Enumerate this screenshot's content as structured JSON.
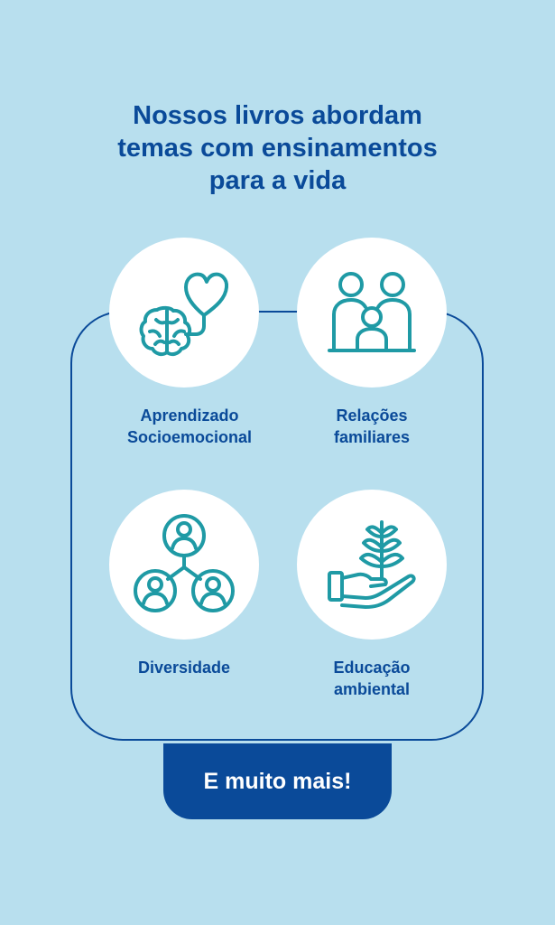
{
  "header": {
    "title": "Nossos livros abordam\ntemas com ensinamentos\npara a vida"
  },
  "topics": [
    {
      "label": "Aprendizado\nSocioemocional",
      "icon": "brain-heart-icon"
    },
    {
      "label": "Relações\nfamiliares",
      "icon": "family-icon"
    },
    {
      "label": "Diversidade",
      "icon": "people-network-icon"
    },
    {
      "label": "Educação\nambiental",
      "icon": "hand-plant-icon"
    }
  ],
  "cta": {
    "label": "E muito mais!"
  },
  "colors": {
    "background": "#b8dfee",
    "primary": "#0a4a99",
    "icon": "#1f9aa5",
    "circle": "#ffffff"
  }
}
